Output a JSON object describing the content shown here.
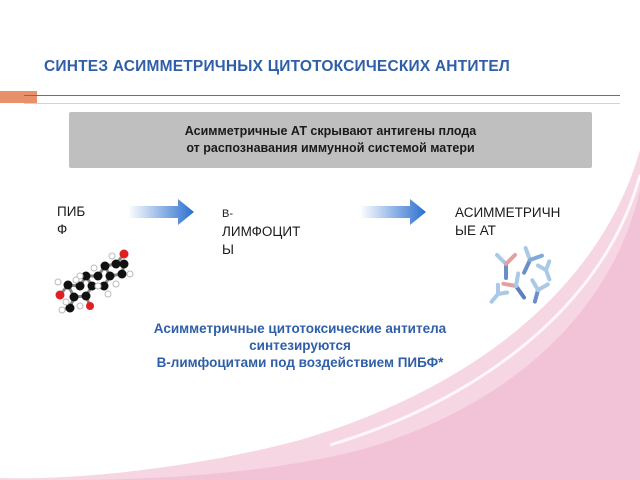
{
  "slide": {
    "title": "СИНТЕЗ  АСИММЕТРИЧНЫХ ЦИТОТОКСИЧЕСКИХ АНТИТЕЛ",
    "banner": "Асимметричные АТ скрывают антигены плода\nот  распознавания иммунной системой матери",
    "flow": {
      "step1": "ПИБ\nФ",
      "step2_prefix": "В-",
      "step2": "ЛИМФОЦИТ\nЫ",
      "step3": "АСИММЕТРИЧН\nЫЕ АТ"
    },
    "conclusion": "Асимметричные цитотоксические антитела\nсинтезируются\nВ-лимфоцитами под воздействием ПИБФ*"
  },
  "colors": {
    "title": "#2f5fa8",
    "accent": "#e6916a",
    "banner_bg": "#bfbfbf",
    "arrow": "#2a6fcf",
    "pink_bg": "#f2c6d8"
  },
  "icons": {
    "molecule": "steroid-molecule-icon",
    "antibodies": "antibody-cluster-icon",
    "arrow": "right-arrow-icon"
  }
}
